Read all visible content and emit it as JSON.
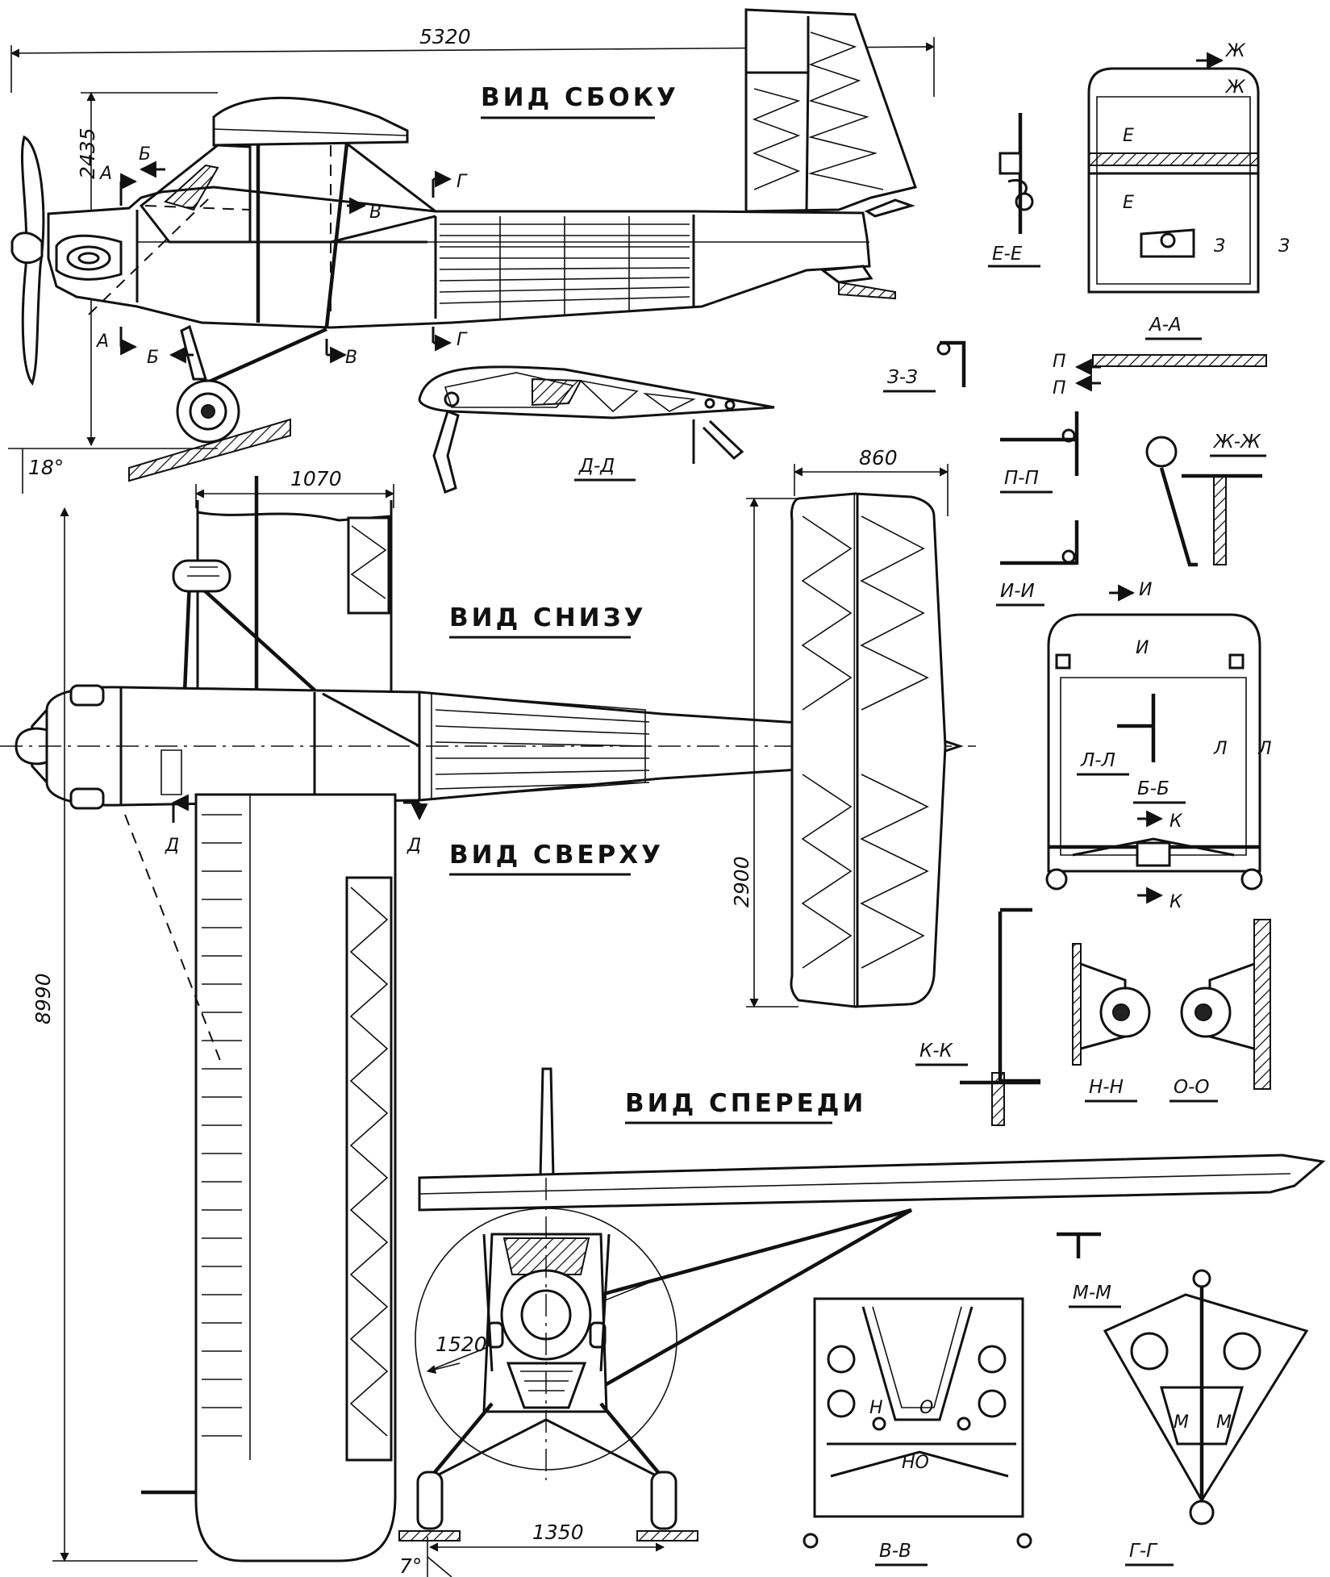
{
  "views": {
    "side": "ВИД СБОКУ",
    "bottom": "ВИД СНИЗУ",
    "top": "ВИД СВЕРХУ",
    "front": "ВИД СПЕРЕДИ"
  },
  "dimensions": {
    "length": "5320",
    "height": "2435",
    "ground_angle": "18°",
    "wing_chord": "1070",
    "stab_chord": "860",
    "stab_span": "2900",
    "wing_span": "8990",
    "prop_diameter": "1520",
    "track": "1350",
    "wheel_camber": "7°"
  },
  "markers": {
    "a": "А",
    "b": "Б",
    "v": "В",
    "g": "Г",
    "d": "Д",
    "e": "Е",
    "zh": "Ж",
    "z": "З",
    "i": "И",
    "k": "К",
    "l": "Л",
    "m": "М",
    "n": "Н",
    "o": "О",
    "p": "П"
  },
  "sections": {
    "ee": "Е-Е",
    "aa": "А-А",
    "zz": "З-З",
    "dd": "Д-Д",
    "pp": "П-П",
    "zhzh": "Ж-Ж",
    "ii": "И-И",
    "ll": "Л-Л",
    "bb": "Б-Б",
    "kk": "К-К",
    "nn": "Н-Н",
    "oo": "О-О",
    "mm": "М-М",
    "vv": "В-В",
    "gg": "Г-Г"
  },
  "notes": {
    "hn": "Н",
    "ho": "НО"
  }
}
